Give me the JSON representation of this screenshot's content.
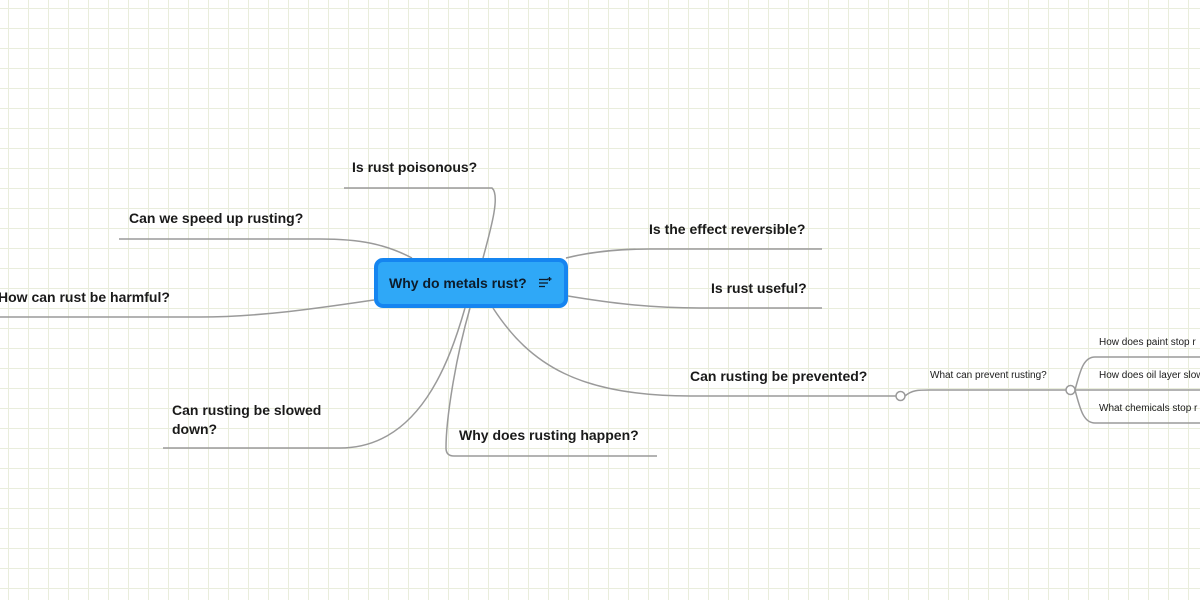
{
  "central_topic": {
    "label": "Why do metals rust?",
    "icon": "notes-icon",
    "fill_color": "#2fa8f7",
    "border_color": "#1585f0"
  },
  "topics": {
    "poisonous": "Is rust poisonous?",
    "speed_up": "Can we speed up rusting?",
    "harmful": "How can rust be harmful?",
    "slowed_down": "Can rusting be slowed down?",
    "why_happen": "Why does rusting happen?",
    "reversible": "Is the effect reversible?",
    "useful": "Is rust useful?",
    "prevented": "Can rusting be prevented?"
  },
  "subtopics": {
    "what_prevent": "What can prevent rusting?",
    "paint": "How does paint stop r",
    "oil": "How does oil layer slow",
    "chemicals": "What chemicals stop r"
  },
  "colors": {
    "connector": "#9a9a9a",
    "grid": "#e9eddc",
    "text": "#1a1a1a"
  }
}
